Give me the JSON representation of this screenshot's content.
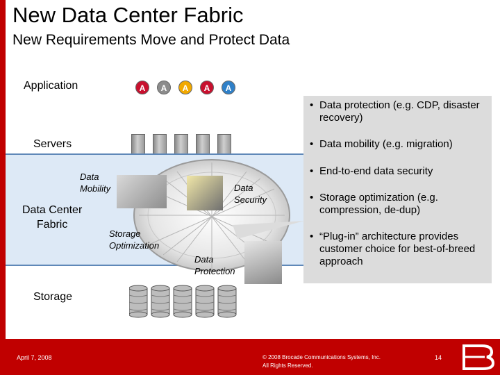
{
  "header": {
    "title": "New Data Center Fabric",
    "subtitle": "New Requirements Move and Protect Data"
  },
  "tiers": {
    "application": "Application",
    "servers": "Servers",
    "fabric_line1": "Data Center",
    "fabric_line2": "Fabric",
    "storage": "Storage"
  },
  "app_badges": [
    {
      "letter": "A",
      "color": "#c8102e"
    },
    {
      "letter": "A",
      "color": "#8c8c8c"
    },
    {
      "letter": "A",
      "color": "#f2a900"
    },
    {
      "letter": "A",
      "color": "#c8102e"
    },
    {
      "letter": "A",
      "color": "#2f80c8"
    }
  ],
  "fabric_functions": {
    "mobility_1": "Data",
    "mobility_2": "Mobility",
    "security_1": "Data",
    "security_2": "Security",
    "storage_opt_1": "Storage",
    "storage_opt_2": "Optimization",
    "protection_1": "Data",
    "protection_2": "Protection"
  },
  "bullets": [
    "Data protection (e.g. CDP, disaster recovery)",
    "Data mobility (e.g. migration)",
    "End-to-end data security",
    "Storage optimization (e.g. compression, de-dup)",
    "“Plug-in” architecture provides customer choice for best-of-breed approach"
  ],
  "footer": {
    "date": "April 7, 2008",
    "copyright_1": "© 2008 Brocade Communications Systems, Inc.",
    "copyright_2": "All Rights Reserved.",
    "page": "14"
  },
  "colors": {
    "brand_red": "#c00000",
    "fabric_fill": "#dde9f6",
    "fabric_border": "#5f88b8",
    "callout_bg": "#dcdcdc"
  }
}
